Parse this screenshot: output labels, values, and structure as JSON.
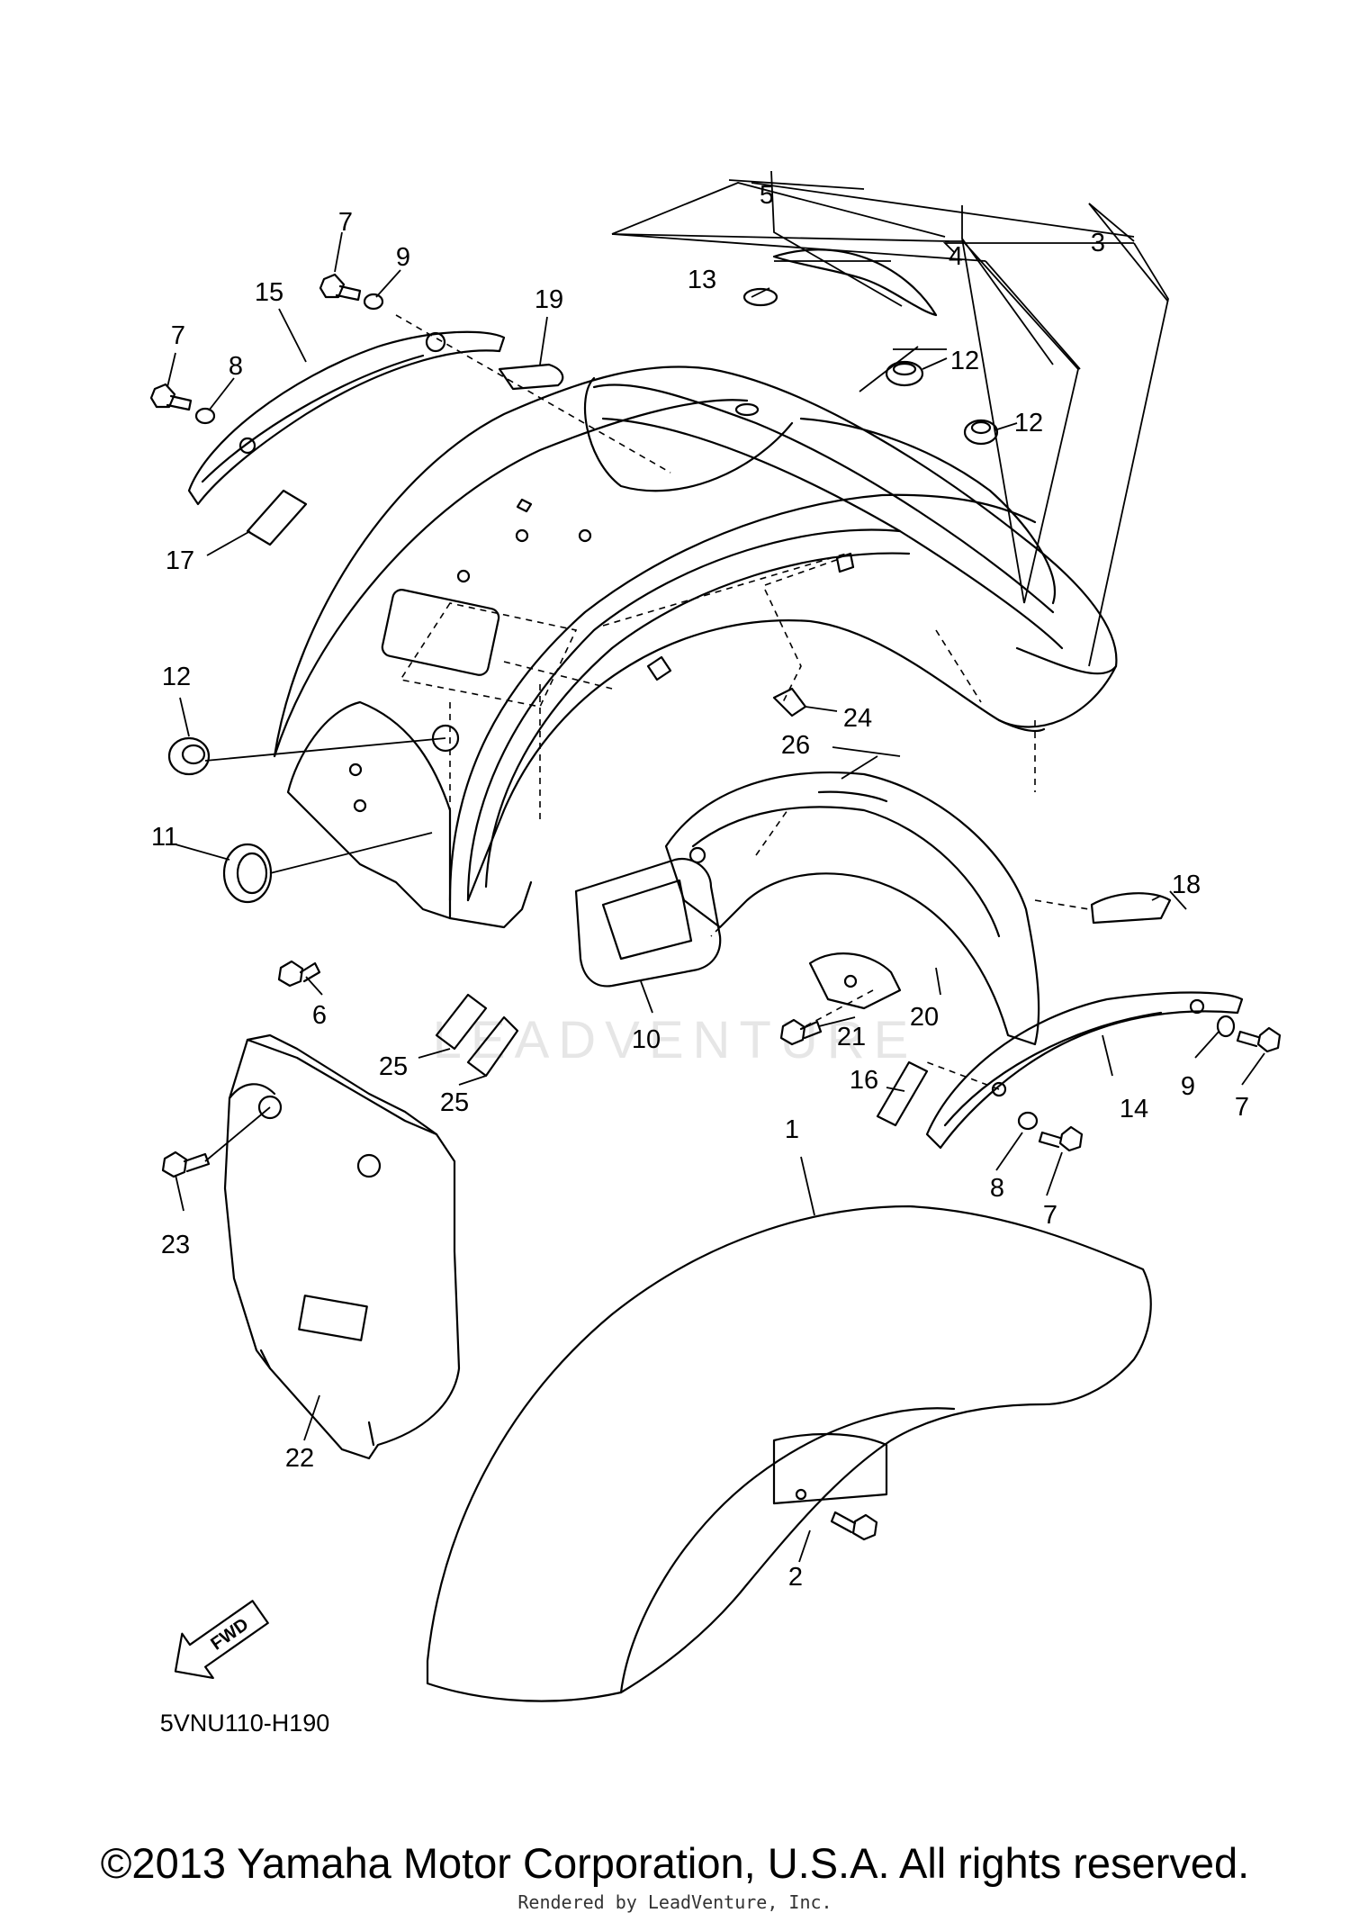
{
  "diagram": {
    "code": "5VNU110-H190",
    "fwd_label": "FWD",
    "watermark": "LEADVENTURE",
    "callouts": [
      {
        "id": "1",
        "label": "1"
      },
      {
        "id": "2",
        "label": "2"
      },
      {
        "id": "3",
        "label": "3"
      },
      {
        "id": "4",
        "label": "4"
      },
      {
        "id": "5",
        "label": "5"
      },
      {
        "id": "6",
        "label": "6"
      },
      {
        "id": "7a",
        "label": "7"
      },
      {
        "id": "7b",
        "label": "7"
      },
      {
        "id": "7c",
        "label": "7"
      },
      {
        "id": "7d",
        "label": "7"
      },
      {
        "id": "8a",
        "label": "8"
      },
      {
        "id": "8b",
        "label": "8"
      },
      {
        "id": "9a",
        "label": "9"
      },
      {
        "id": "9b",
        "label": "9"
      },
      {
        "id": "10",
        "label": "10"
      },
      {
        "id": "11",
        "label": "11"
      },
      {
        "id": "12a",
        "label": "12"
      },
      {
        "id": "12b",
        "label": "12"
      },
      {
        "id": "12c",
        "label": "12"
      },
      {
        "id": "13",
        "label": "13"
      },
      {
        "id": "14",
        "label": "14"
      },
      {
        "id": "15",
        "label": "15"
      },
      {
        "id": "16",
        "label": "16"
      },
      {
        "id": "17",
        "label": "17"
      },
      {
        "id": "18",
        "label": "18"
      },
      {
        "id": "19",
        "label": "19"
      },
      {
        "id": "20",
        "label": "20"
      },
      {
        "id": "21",
        "label": "21"
      },
      {
        "id": "22",
        "label": "22"
      },
      {
        "id": "23",
        "label": "23"
      },
      {
        "id": "24",
        "label": "24"
      },
      {
        "id": "25a",
        "label": "25"
      },
      {
        "id": "25b",
        "label": "25"
      },
      {
        "id": "26",
        "label": "26"
      }
    ]
  },
  "footer": {
    "copyright": "©2013 Yamaha Motor Corporation, U.S.A. All rights reserved.",
    "rendered_by": "Rendered by LeadVenture, Inc."
  }
}
